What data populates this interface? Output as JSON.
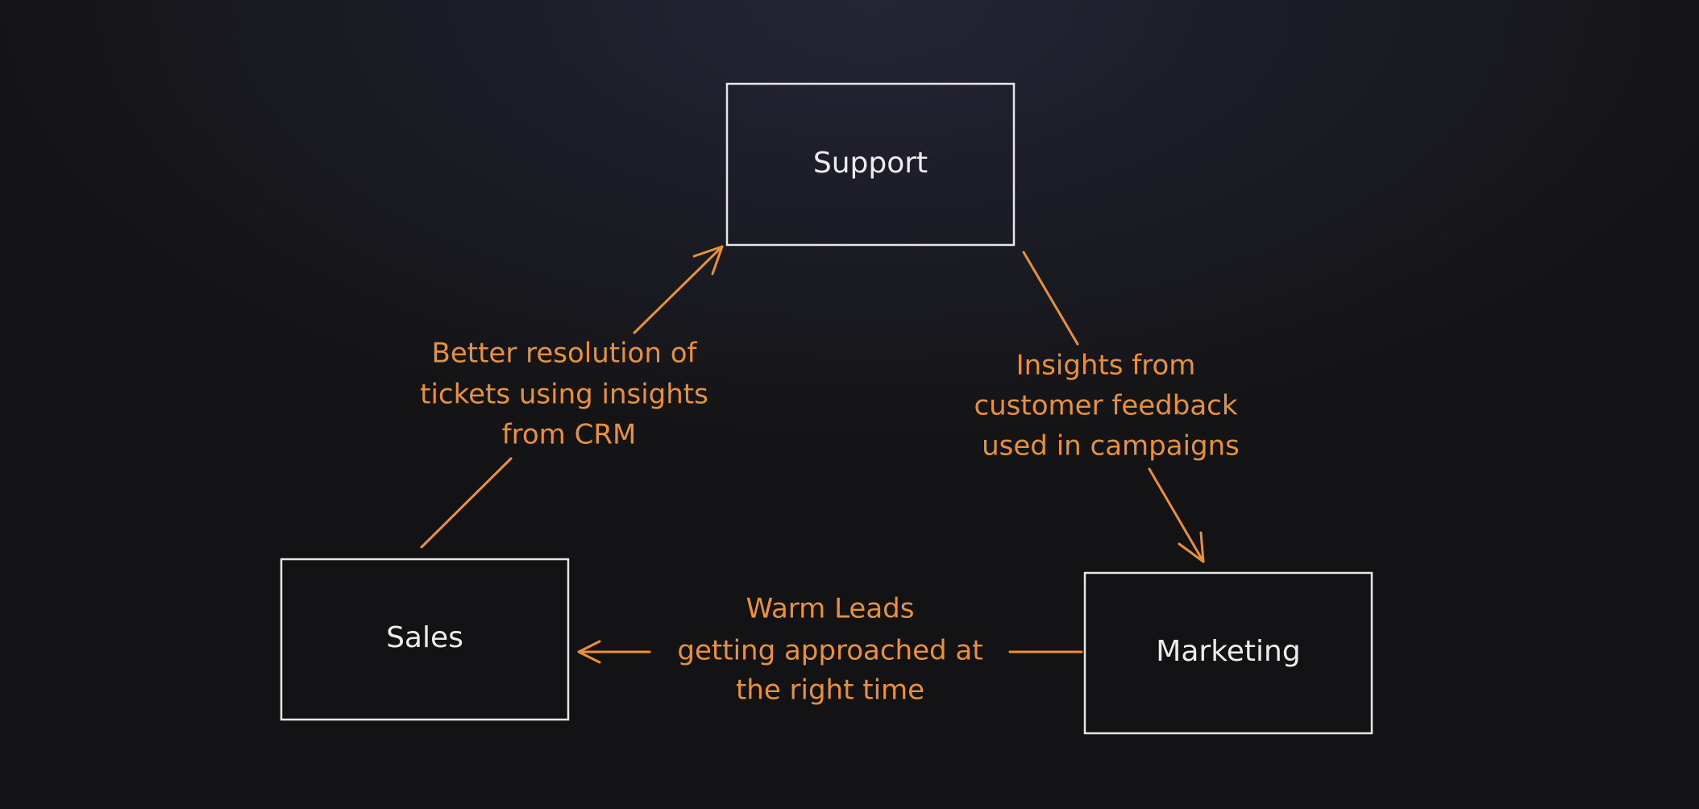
{
  "diagram": {
    "colors": {
      "node_stroke": "#e6e6e6",
      "node_text": "#ececec",
      "edge": "#e8913a"
    },
    "nodes": [
      {
        "id": "support",
        "label": "Support"
      },
      {
        "id": "sales",
        "label": "Sales"
      },
      {
        "id": "marketing",
        "label": "Marketing"
      }
    ],
    "edges": [
      {
        "from": "sales",
        "to": "support",
        "label_lines": [
          "Better resolution of",
          "tickets using insights",
          "from CRM"
        ]
      },
      {
        "from": "support",
        "to": "marketing",
        "label_lines": [
          "Insights from",
          "customer feedback",
          "used in campaigns"
        ]
      },
      {
        "from": "marketing",
        "to": "sales",
        "label_lines": [
          "Warm Leads",
          "getting approached at",
          "the right time"
        ]
      }
    ]
  }
}
